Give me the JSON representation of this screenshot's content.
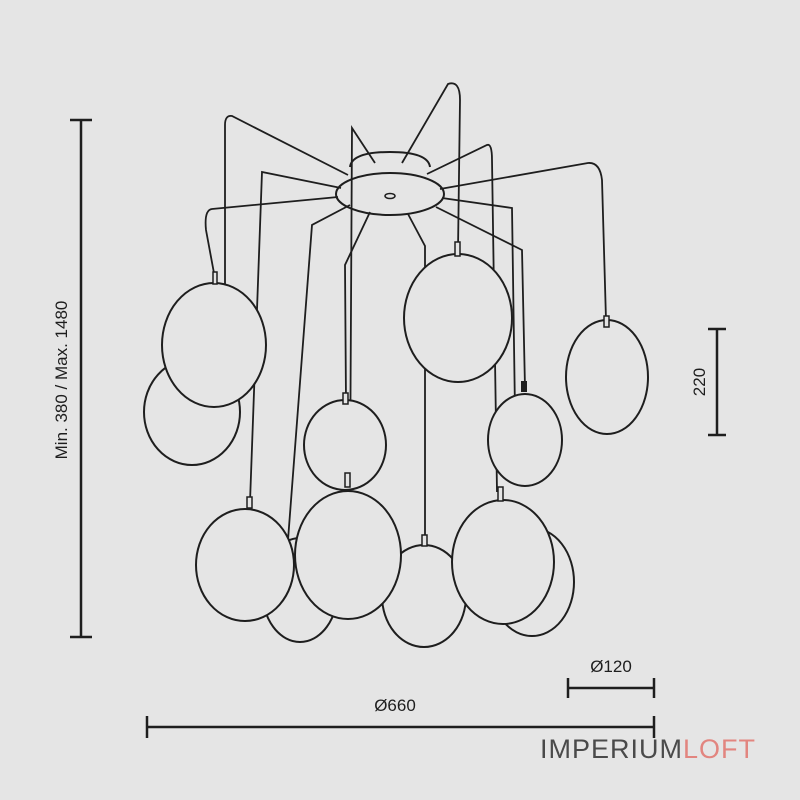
{
  "dimensions": {
    "height_label": "Min. 380 / Max. 1480",
    "globe_height_label": "220",
    "globe_diameter_label": "Ø120",
    "overall_diameter_label": "Ø660"
  },
  "brand": {
    "part1": "IMPERIUM",
    "part2": "LOFT",
    "color_primary": "#4a4a4a",
    "color_accent": "#e2857f"
  },
  "colors": {
    "background": "#e5e5e5",
    "line": "#1e1e1e"
  }
}
